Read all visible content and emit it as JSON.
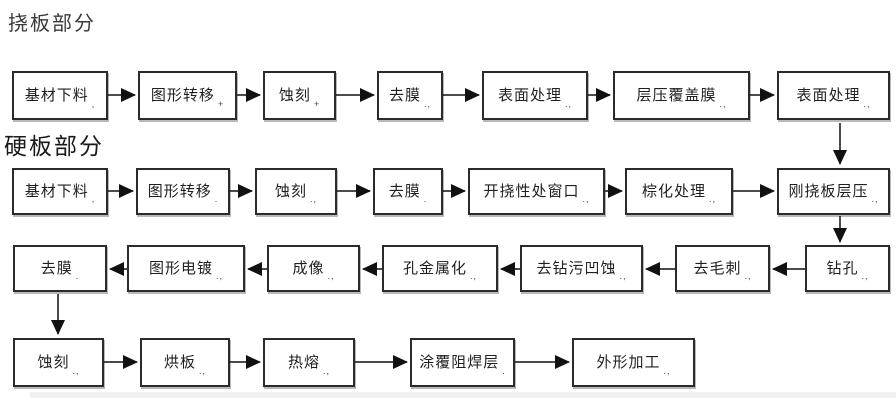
{
  "page": {
    "background_color": "#ffffff"
  },
  "titles": {
    "flex_section": "挠板部分",
    "rigid_section": "硬板部分"
  },
  "flow": {
    "rows": [
      {
        "id": "flex-board-process",
        "section": "挠板部分",
        "direction": "left-to-right",
        "nodes": [
          {
            "label": "基材下料",
            "mark": ","
          },
          {
            "label": "图形转移",
            "mark": "+"
          },
          {
            "label": "蚀刻",
            "mark": "+"
          },
          {
            "label": "去膜",
            "mark": ".,"
          },
          {
            "label": "表面处理",
            "mark": ".,"
          },
          {
            "label": "层压覆盖膜",
            "mark": ".,"
          },
          {
            "label": "表面处理",
            "mark": ".,"
          }
        ]
      },
      {
        "id": "rigid-board-process-1",
        "section": "硬板部分",
        "direction": "left-to-right",
        "nodes": [
          {
            "label": "基材下料",
            "mark": ","
          },
          {
            "label": "图形转移",
            "mark": "."
          },
          {
            "label": "蚀刻",
            "mark": ".,"
          },
          {
            "label": "去膜",
            "mark": "."
          },
          {
            "label": "开挠性处窗口",
            "mark": ".,"
          },
          {
            "label": "棕化处理",
            "mark": ".,"
          },
          {
            "label": "刚挠板层压",
            "mark": ".,"
          }
        ]
      },
      {
        "id": "rigid-board-process-2",
        "section": "硬板部分",
        "direction": "right-to-left",
        "nodes": [
          {
            "label": "钻孔",
            "mark": ".,"
          },
          {
            "label": "去毛刺",
            "mark": ".,"
          },
          {
            "label": "去钻污凹蚀",
            "mark": ".,"
          },
          {
            "label": "孔金属化",
            "mark": ".,"
          },
          {
            "label": "成像",
            "mark": ".,"
          },
          {
            "label": "图形电镀",
            "mark": ".,"
          },
          {
            "label": "去膜",
            "mark": "."
          }
        ]
      },
      {
        "id": "rigid-board-process-3",
        "section": "硬板部分",
        "direction": "left-to-right",
        "nodes": [
          {
            "label": "蚀刻",
            "mark": ".,"
          },
          {
            "label": "烘板",
            "mark": ".,"
          },
          {
            "label": "热熔",
            "mark": ".,"
          },
          {
            "label": "涂覆阻焊层",
            "mark": "."
          },
          {
            "label": "外形加工",
            "mark": ".,"
          }
        ]
      }
    ],
    "cross_row_connectors": [
      {
        "from": "表面处理 (挠板部分末端)",
        "to": "刚挠板层压",
        "direction": "down"
      },
      {
        "from": "刚挠板层压",
        "to": "钻孔",
        "direction": "down"
      },
      {
        "from": "去膜 (第三行末端)",
        "to": "蚀刻 (第四行起点)",
        "direction": "down"
      }
    ]
  },
  "colors": {
    "box_border": "#2b2b2b",
    "box_fill": "#ffffff",
    "arrow": "#111111",
    "text": "#1f1f1f"
  }
}
